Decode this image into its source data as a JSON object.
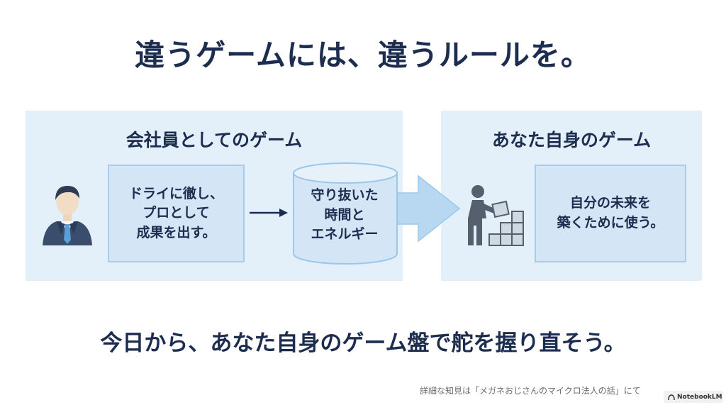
{
  "title": "違うゲームには、違うルールを。",
  "left_panel": {
    "title": "会社員としてのゲーム",
    "box_lines": [
      "ドライに徹し、",
      "プロとして",
      "成果を出す。"
    ],
    "icon": "businessman-icon"
  },
  "cylinder": {
    "lines": [
      "守り抜いた",
      "時間と",
      "エネルギー"
    ]
  },
  "right_panel": {
    "title": "あなた自身のゲーム",
    "box_lines": [
      "自分の未来を",
      "築くために使う。"
    ],
    "icon": "worker-stacking-blocks-icon"
  },
  "footer": "今日から、あなた自身のゲーム盤で舵を握り直そう。",
  "source_note": "詳細な知見は「メガネおじさんのマイクロ法人の話」にて",
  "badge": "NotebookLM",
  "colors": {
    "navy": "#1d2d4f",
    "panel_bg": "#e3eff9",
    "box_bg": "#d4e6f6",
    "box_border": "#a9cde9",
    "arrow_fill": "#b7d8f0"
  }
}
